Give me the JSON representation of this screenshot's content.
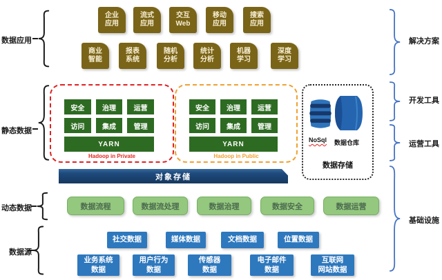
{
  "left_labels": [
    {
      "label": "数据应用"
    },
    {
      "label": "静态数据"
    },
    {
      "label": "动态数据"
    },
    {
      "label": "数据源"
    }
  ],
  "right_labels": [
    {
      "label": "解决方案"
    },
    {
      "label": "开发工具"
    },
    {
      "label": "运营工具"
    },
    {
      "label": "基础设施"
    }
  ],
  "app_row1": [
    {
      "line1": "企业",
      "line2": "应用"
    },
    {
      "line1": "流式",
      "line2": "应用"
    },
    {
      "line1": "交互",
      "line2": "Web"
    },
    {
      "line1": "移动",
      "line2": "应用"
    },
    {
      "line1": "搜索",
      "line2": "应用"
    }
  ],
  "app_row2": [
    {
      "line1": "商业",
      "line2": "智能"
    },
    {
      "line1": "报表",
      "line2": "系统"
    },
    {
      "line1": "随机",
      "line2": "分析"
    },
    {
      "line1": "统计",
      "line2": "分析"
    },
    {
      "line1": "机器",
      "line2": "学习"
    },
    {
      "line1": "深度",
      "line2": "学习"
    }
  ],
  "hadoop_private": {
    "caption": "Hadoop in Private",
    "cells": [
      "安全",
      "治理",
      "运营",
      "访问",
      "集成",
      "管理"
    ],
    "yarn": "YARN"
  },
  "hadoop_public": {
    "caption": "Hadoop in Public",
    "cells": [
      "安全",
      "治理",
      "运营",
      "访问",
      "集成",
      "管理"
    ],
    "yarn": "YARN"
  },
  "data_store": {
    "nosql_label": "NoSql",
    "warehouse_label": "数据仓库",
    "caption": "数据存储"
  },
  "object_storage_label": "对象存储",
  "dynamic_row": [
    {
      "label": "数据流程"
    },
    {
      "label": "数据流处理"
    },
    {
      "label": "数据治理"
    },
    {
      "label": "数据安全"
    },
    {
      "label": "数据运营"
    }
  ],
  "source_row1": [
    {
      "label": "社交数据"
    },
    {
      "label": "媒体数据"
    },
    {
      "label": "文档数据"
    },
    {
      "label": "位置数据"
    }
  ],
  "source_row2": [
    {
      "line1": "业务系统",
      "line2": "数据"
    },
    {
      "line1": "用户行为",
      "line2": "数据"
    },
    {
      "line1": "传感器",
      "line2": "数据"
    },
    {
      "line1": "电子邮件",
      "line2": "数据"
    },
    {
      "line1": "互联网",
      "line2": "网站数据"
    }
  ],
  "colors": {
    "app_box": "#7A6418",
    "hadoop_cell": "#2E6B22",
    "private_border": "#E02020",
    "public_border": "#F0A030",
    "light_green": "#94C87E",
    "source_blue": "#2E78BE",
    "storage_bar": "#1E4A7C",
    "brace_blue": "#4472C4"
  }
}
